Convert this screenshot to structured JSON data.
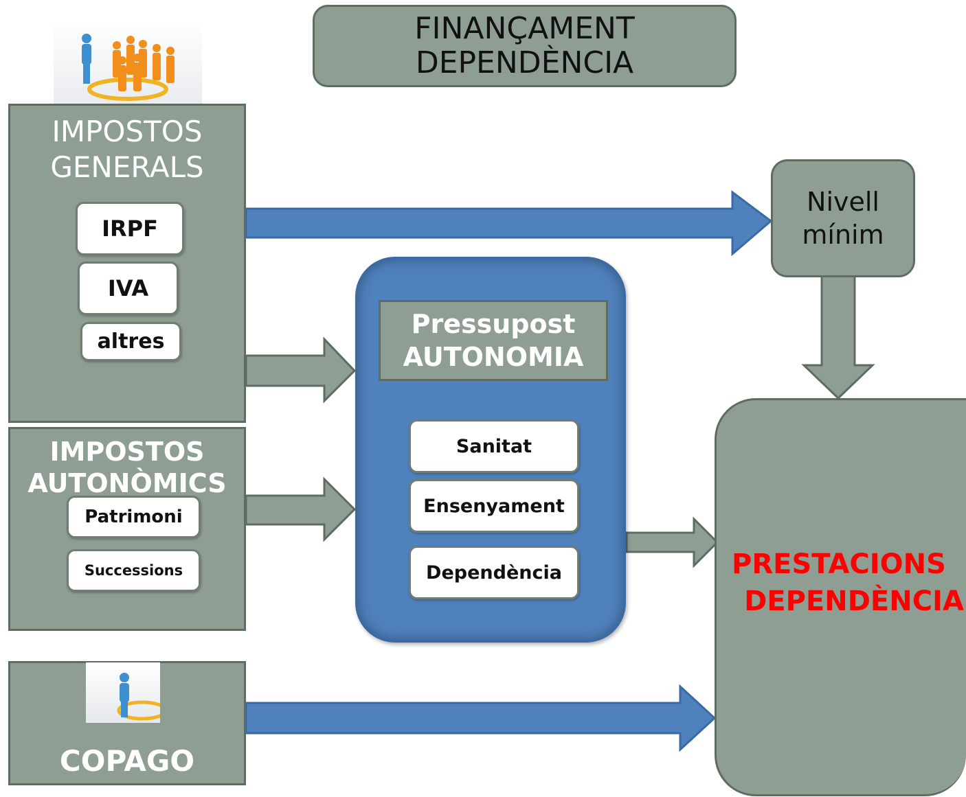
{
  "title": {
    "line1": "FINANÇAMENT",
    "line2": "DEPENDÈNCIA"
  },
  "impostos_generals": {
    "line1": "IMPOSTOS",
    "line2": "GENERALS",
    "items": [
      "IRPF",
      "IVA",
      "altres"
    ]
  },
  "impostos_autonomics": {
    "line1": "IMPOSTOS",
    "line2": "AUTONÒMICS",
    "items": [
      "Patrimoni",
      "Successions"
    ]
  },
  "copago": {
    "label": "COPAGO"
  },
  "pressupost": {
    "line1": "Pressupost",
    "line2": "AUTONOMIA",
    "items": [
      "Sanitat",
      "Ensenyament",
      "Dependència"
    ]
  },
  "nivell_minim": {
    "line1": "Nivell",
    "line2": "mínim"
  },
  "prestacions": {
    "line1": "PRESTACIONS",
    "line2": "DEPENDÈNCIA"
  },
  "colors": {
    "grey_box": "#8f9e93",
    "blue": "#4f81bd",
    "red_text": "#ff0000"
  }
}
